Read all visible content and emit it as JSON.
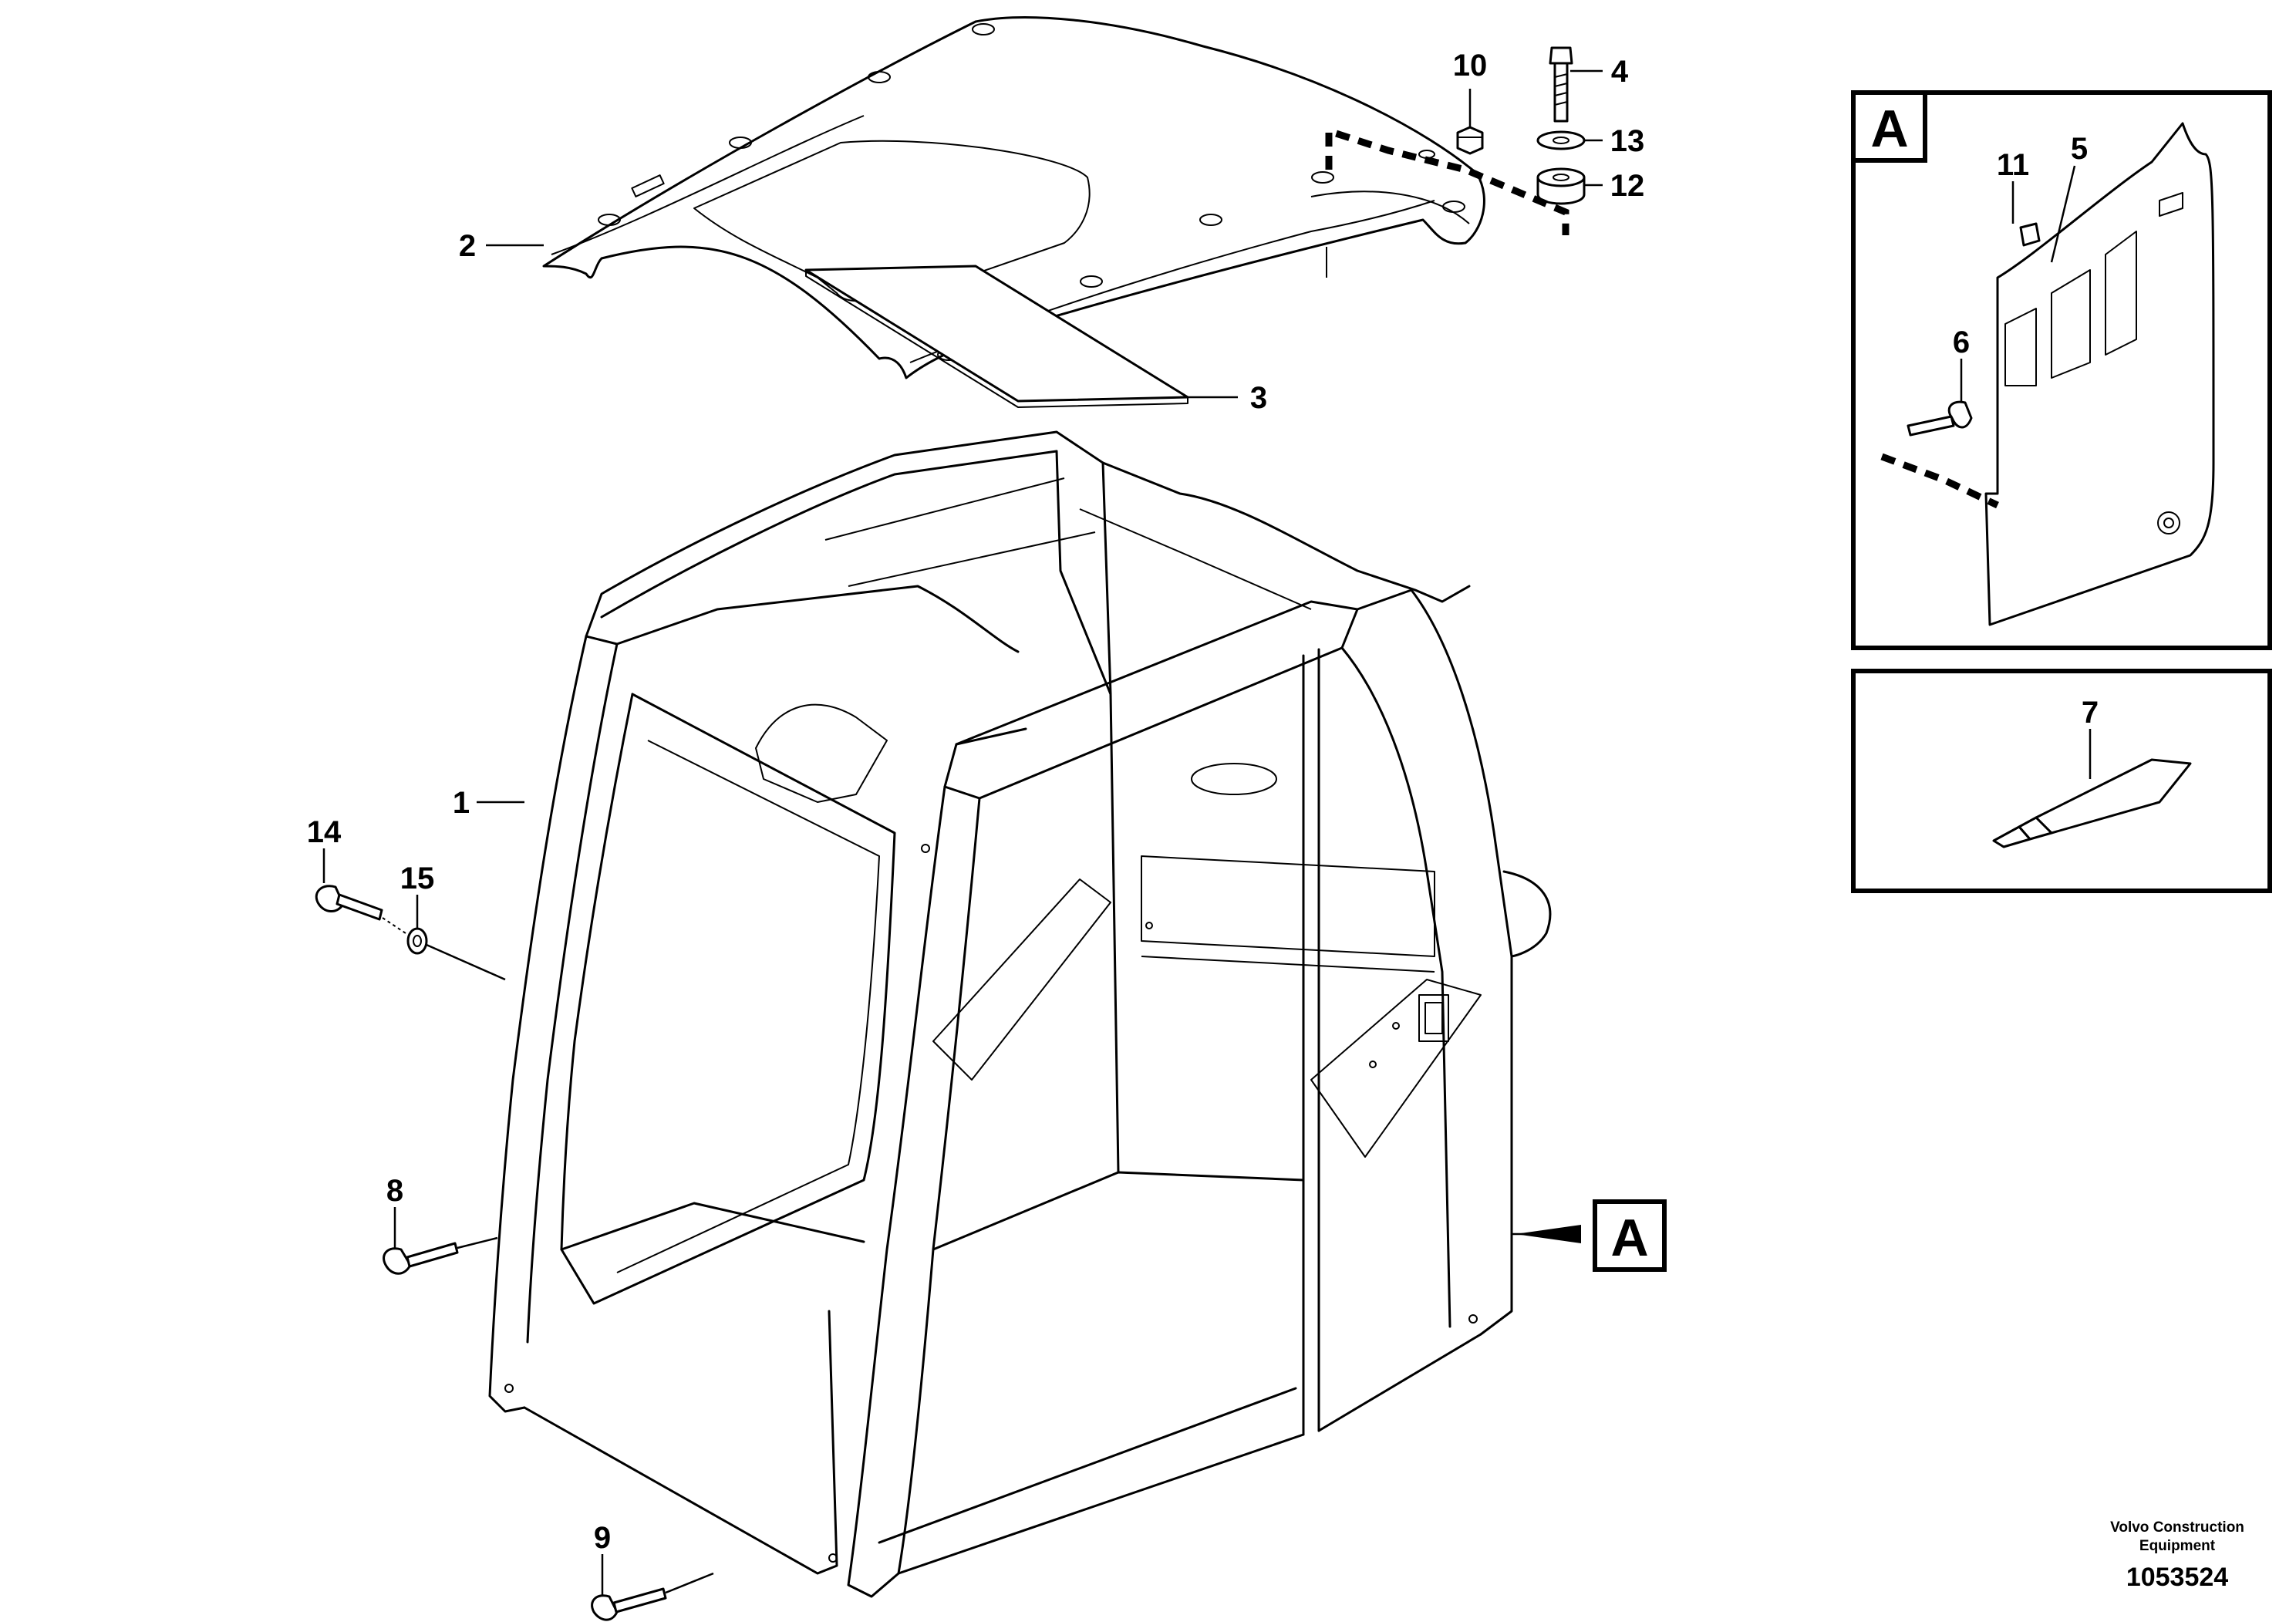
{
  "callouts": {
    "c1": "1",
    "c2": "2",
    "c3": "3",
    "c4": "4",
    "c5": "5",
    "c6": "6",
    "c7": "7",
    "c8": "8",
    "c9": "9",
    "c10": "10",
    "c11": "11",
    "c12": "12",
    "c13": "13",
    "c14": "14",
    "c15": "15"
  },
  "view_labels": {
    "detail_box": "A",
    "view_marker": "A"
  },
  "footer": {
    "company_line1": "Volvo Construction",
    "company_line2": "Equipment",
    "document_number": "1053524"
  }
}
